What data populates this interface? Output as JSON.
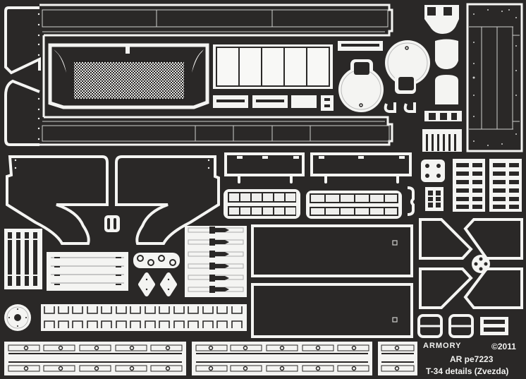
{
  "fret": {
    "brand": "ARMORY",
    "copyright": "©2011",
    "product_code": "AR pe7223",
    "product_title": "T-34 details (Zvezda)",
    "colors": {
      "fret_background": "#2a2827",
      "metal": "#f4f4f2",
      "etch_line": "#cfcfcd"
    }
  },
  "parts": [
    {
      "id": "fender-strip-top",
      "label": "top fender strip"
    },
    {
      "id": "engine-deck-grille",
      "label": "engine deck mesh grille"
    },
    {
      "id": "fender-strip-bottom",
      "label": "bottom fender strip"
    },
    {
      "id": "louver-panel",
      "label": "five-panel louver"
    },
    {
      "id": "round-hatch-left",
      "label": "round hatch (left)"
    },
    {
      "id": "round-hatch-right",
      "label": "round hatch (right)"
    },
    {
      "id": "rear-plate",
      "label": "rear plate with rivets"
    },
    {
      "id": "mudflap-left",
      "label": "left mudflap"
    },
    {
      "id": "mudflap-right",
      "label": "right mudflap"
    },
    {
      "id": "tool-boxes",
      "label": "tool box panels"
    },
    {
      "id": "grille-frames",
      "label": "grille frames"
    },
    {
      "id": "clamp-sets",
      "label": "clamp sets"
    },
    {
      "id": "large-plates",
      "label": "large rectangular plates"
    },
    {
      "id": "x-brackets",
      "label": "X-shaped bracket set"
    },
    {
      "id": "hinge-set",
      "label": "hinge set"
    },
    {
      "id": "track-link-strips",
      "label": "track-link strips"
    },
    {
      "id": "handle-row",
      "label": "handle row"
    },
    {
      "id": "wheel-disc",
      "label": "wheel disc"
    }
  ]
}
